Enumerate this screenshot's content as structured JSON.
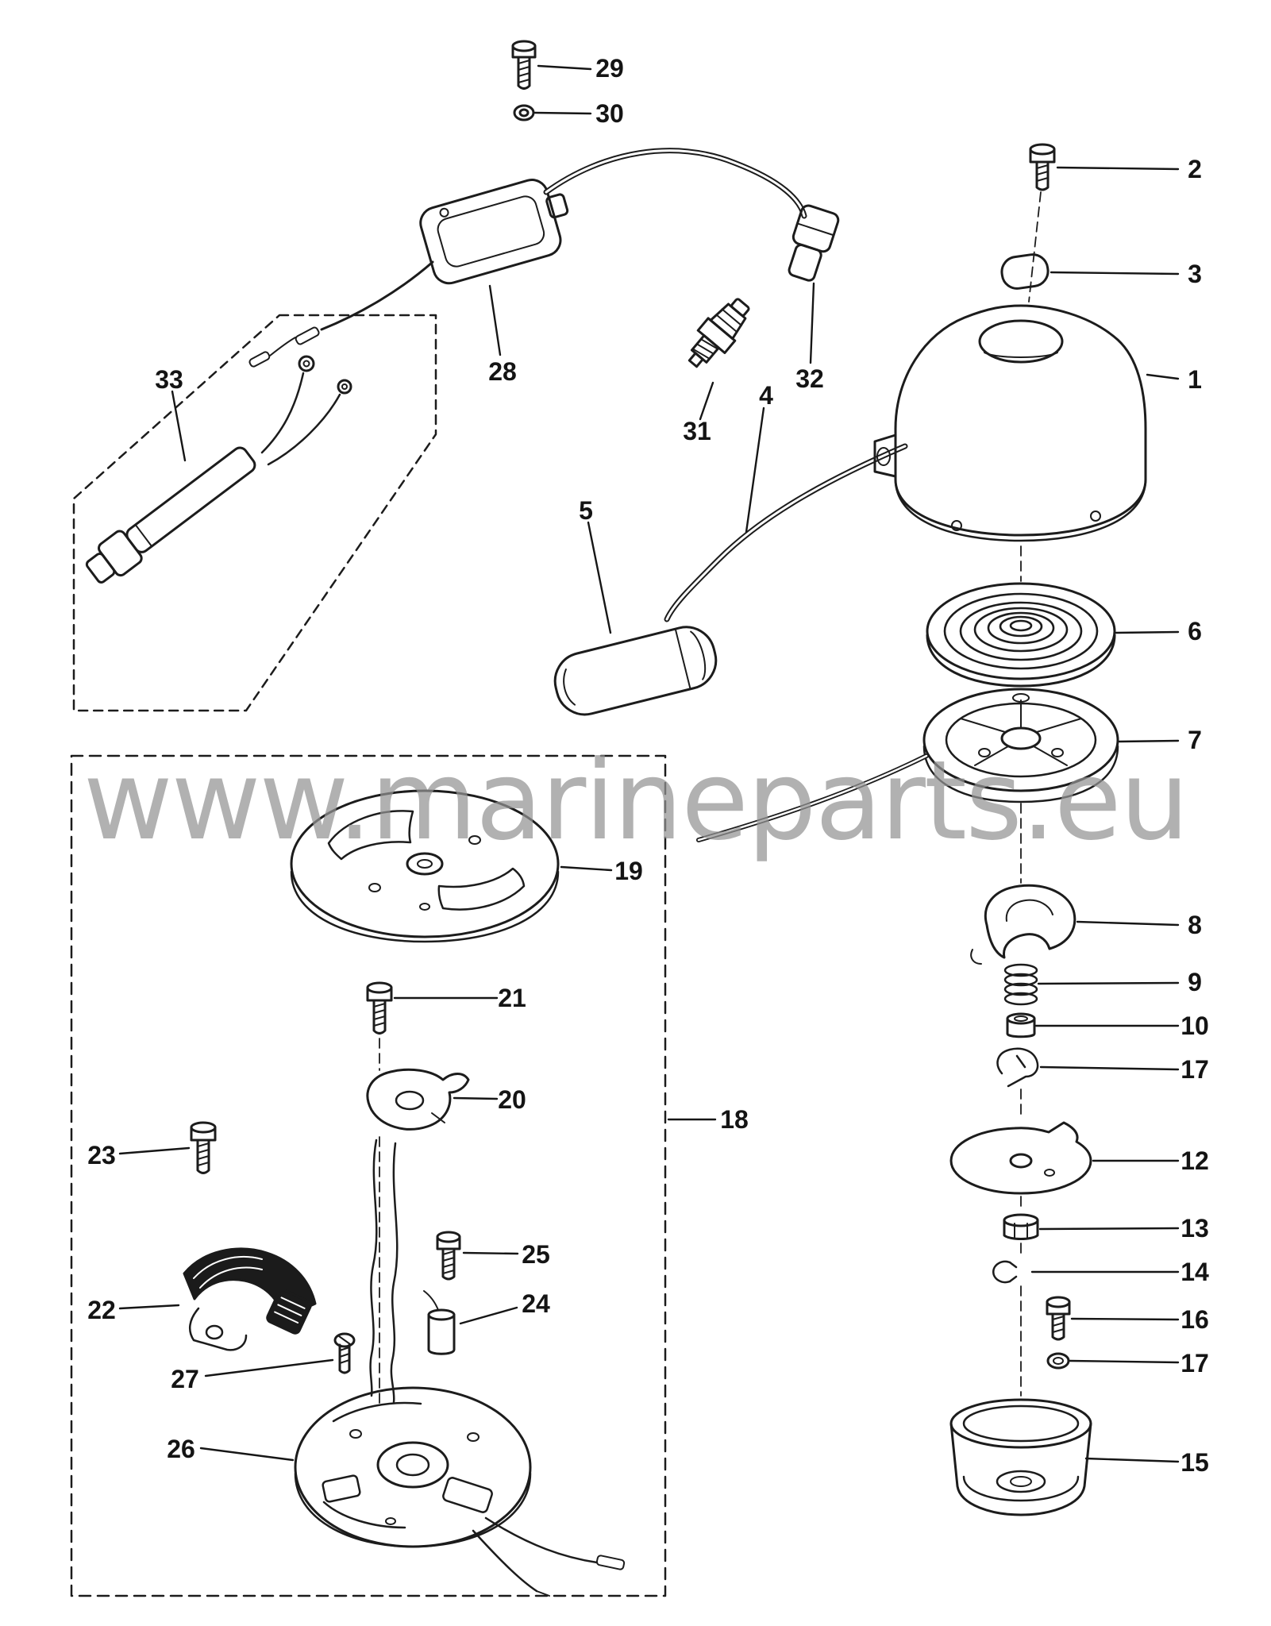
{
  "watermark": {
    "text": "www.marineparts.eu"
  },
  "colors": {
    "ink": "#1c1c1c",
    "background": "#ffffff",
    "watermark_gray": "#949494"
  },
  "callouts": [
    {
      "label": "29"
    },
    {
      "label": "30"
    },
    {
      "label": "2"
    },
    {
      "label": "3"
    },
    {
      "label": "1"
    },
    {
      "label": "28"
    },
    {
      "label": "32"
    },
    {
      "label": "31"
    },
    {
      "label": "4"
    },
    {
      "label": "33"
    },
    {
      "label": "5"
    },
    {
      "label": "6"
    },
    {
      "label": "7"
    },
    {
      "label": "19"
    },
    {
      "label": "8"
    },
    {
      "label": "9"
    },
    {
      "label": "10"
    },
    {
      "label": "17"
    },
    {
      "label": "21"
    },
    {
      "label": "12"
    },
    {
      "label": "20"
    },
    {
      "label": "13"
    },
    {
      "label": "14"
    },
    {
      "label": "18"
    },
    {
      "label": "23"
    },
    {
      "label": "16"
    },
    {
      "label": "17"
    },
    {
      "label": "25"
    },
    {
      "label": "24"
    },
    {
      "label": "22"
    },
    {
      "label": "27"
    },
    {
      "label": "26"
    },
    {
      "label": "15"
    }
  ]
}
